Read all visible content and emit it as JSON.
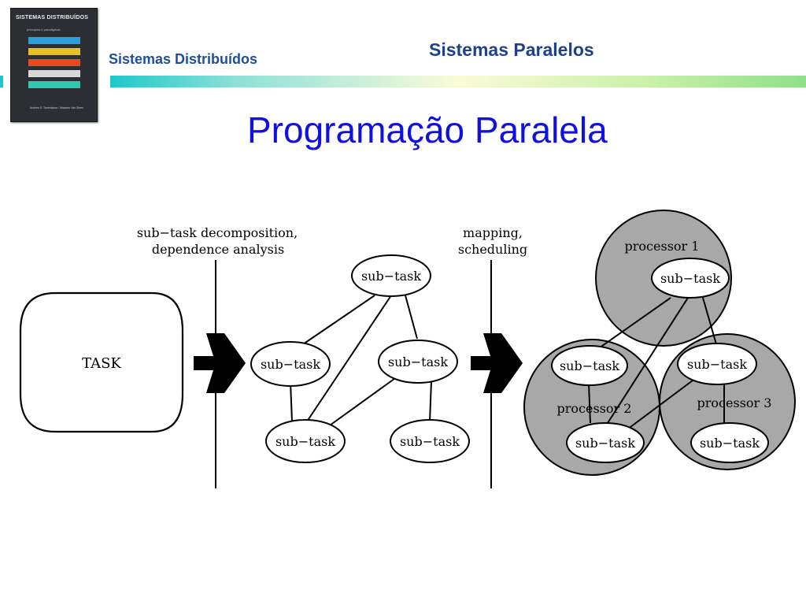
{
  "book": {
    "title": "SISTEMAS DISTRIBUÍDOS",
    "subtitle": "princípios e paradigmas",
    "authors": "Andrew S. Tanenbaum / Maarten Van Steen"
  },
  "header": {
    "left_title": "Sistemas Distribuídos",
    "right_title": "Sistemas Paralelos"
  },
  "slide": {
    "title": "Programação Paralela"
  },
  "diagram": {
    "task_label": "TASK",
    "stage1_label_line1": "sub−task decomposition,",
    "stage1_label_line2": "dependence analysis",
    "stage2_label_line1": "mapping,",
    "stage2_label_line2": "scheduling",
    "subtask_label": "sub−task",
    "processor1_label": "processor 1",
    "processor2_label": "processor 2",
    "processor3_label": "processor 3"
  },
  "colors": {
    "header_blue": "#1f4e9b",
    "title_blue": "#1010e0",
    "processor_fill": "#a8a8a8"
  }
}
